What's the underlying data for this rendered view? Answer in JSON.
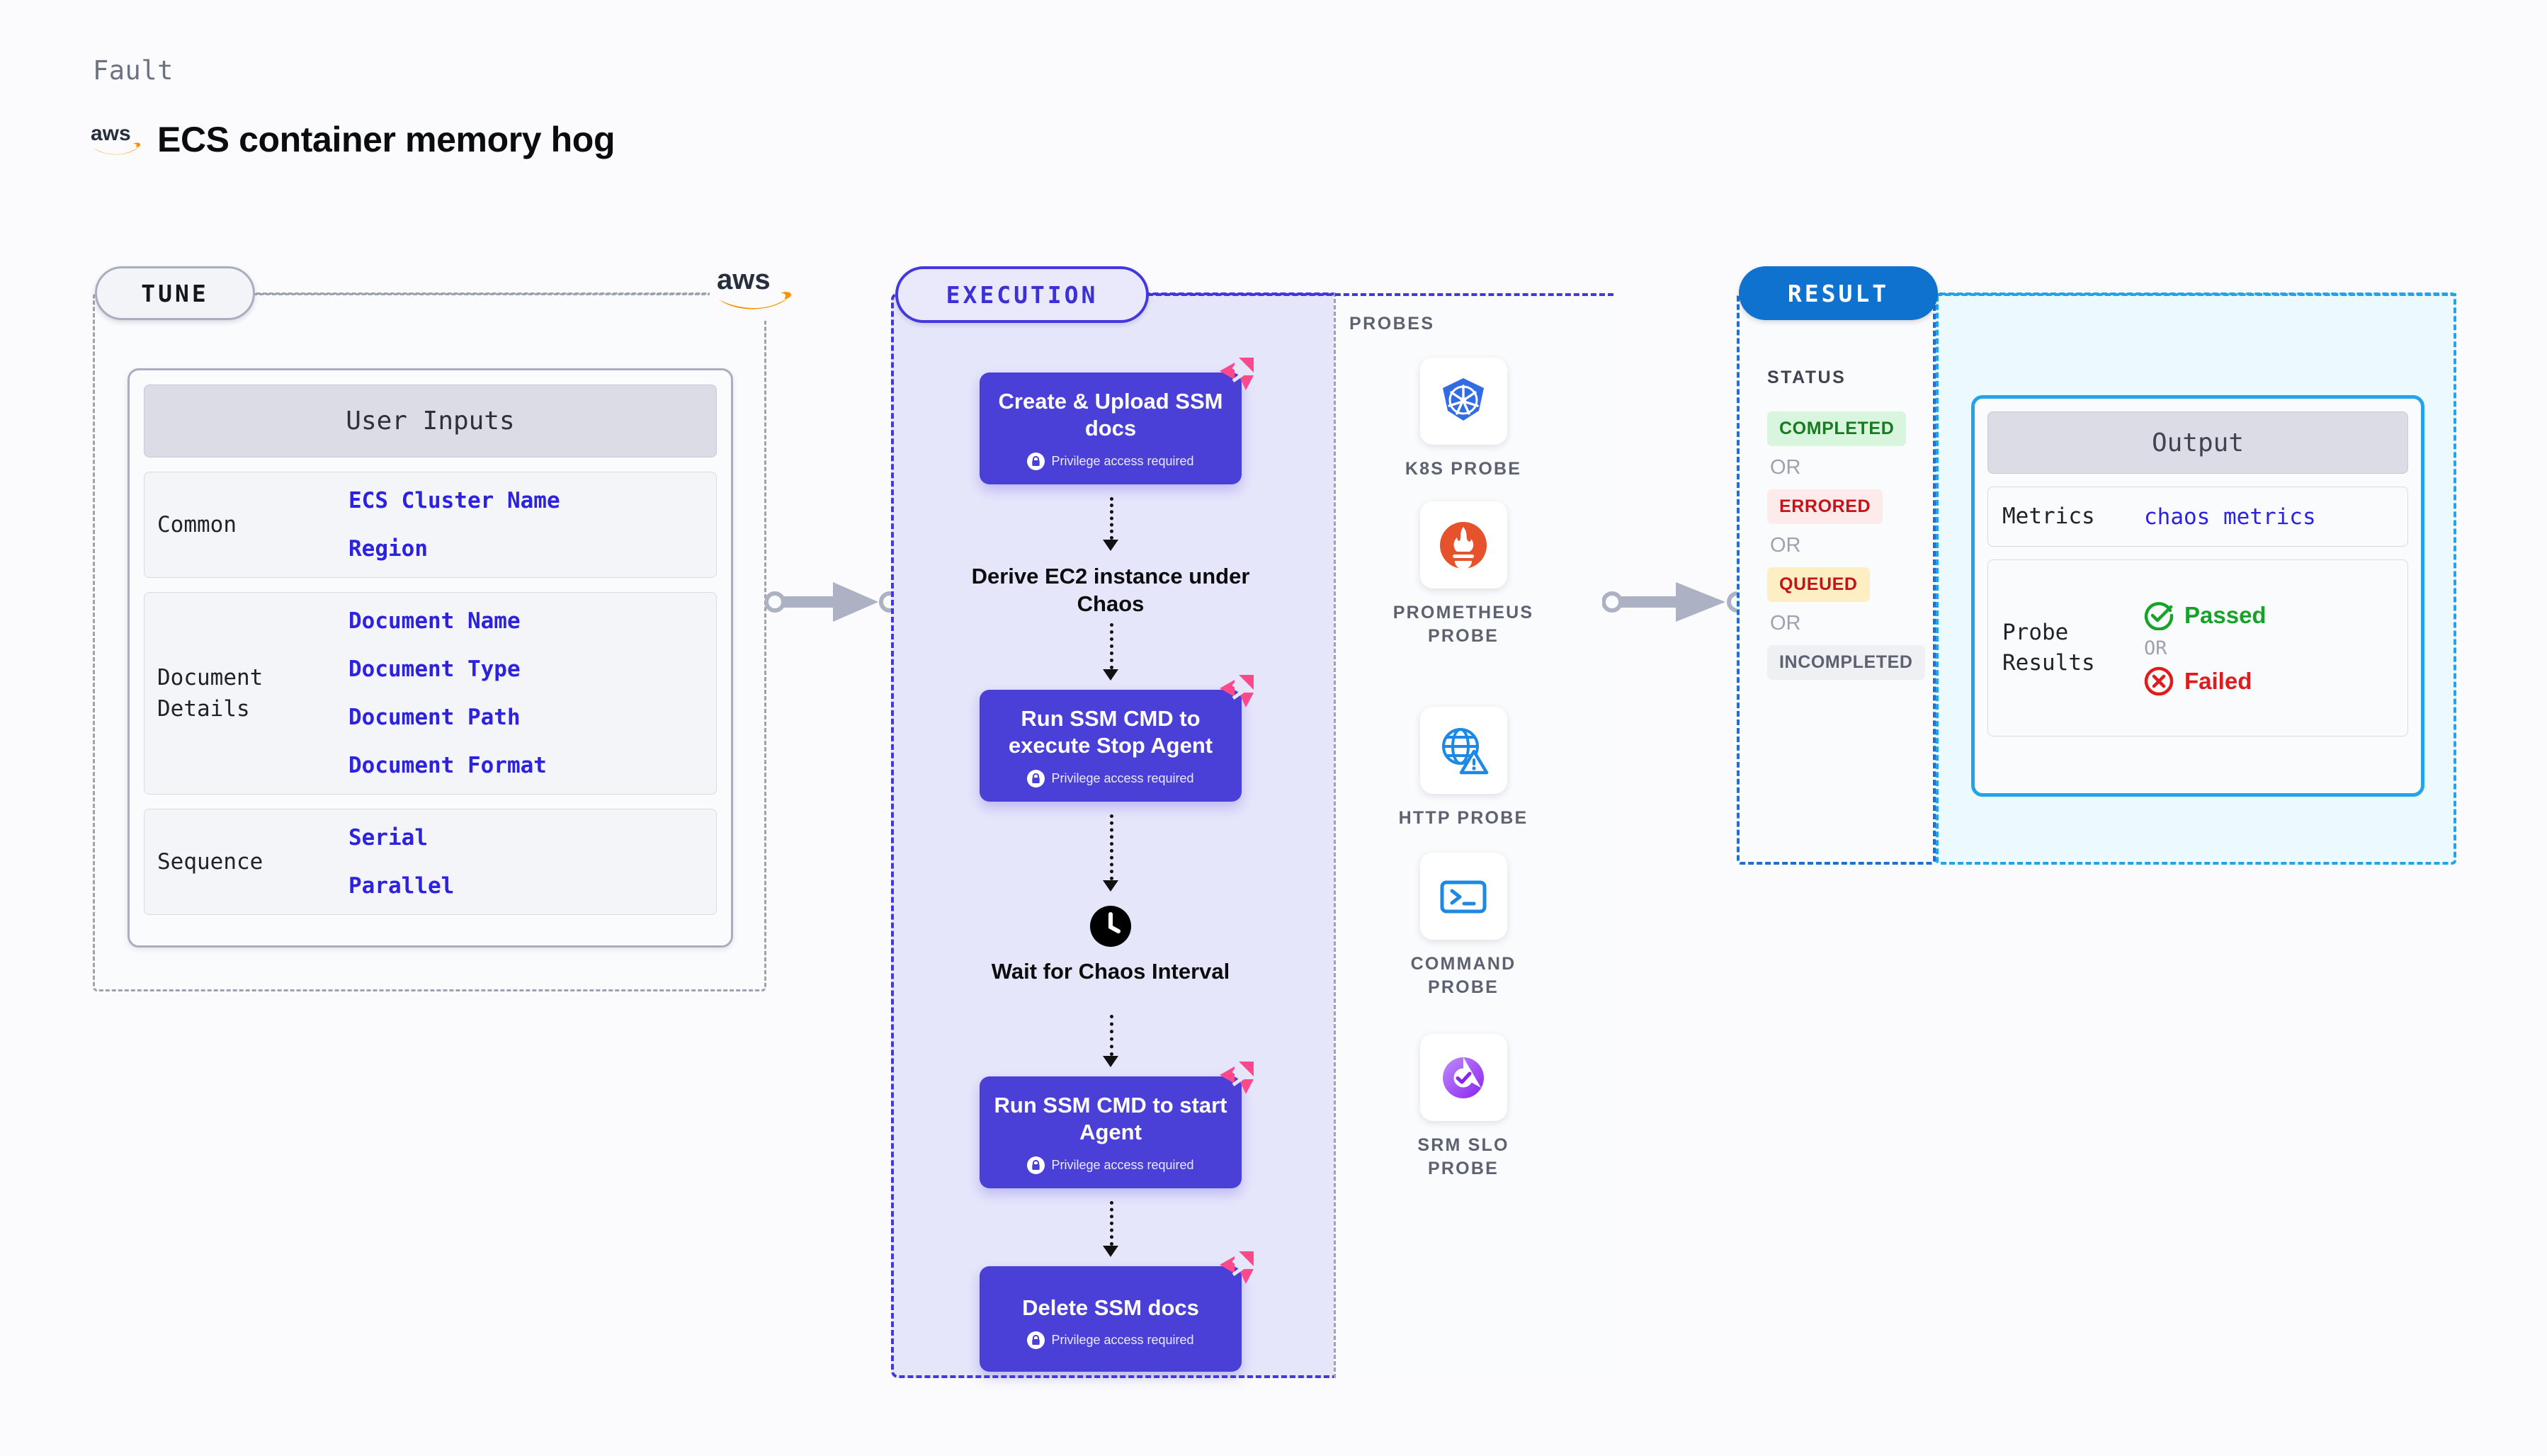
{
  "header": {
    "kicker": "Fault",
    "title": "ECS container memory hog",
    "logo_icon": "aws-logo"
  },
  "sections": {
    "tune": {
      "pill": "TUNE",
      "aws_icon": "aws-logo"
    },
    "execution": {
      "pill": "EXECUTION"
    },
    "result": {
      "pill": "RESULT"
    }
  },
  "tune": {
    "card_title": "User Inputs",
    "rows": [
      {
        "key": "Common",
        "values": [
          "ECS Cluster Name",
          "Region"
        ]
      },
      {
        "key": "Document\nDetails",
        "values": [
          "Document Name",
          "Document Type",
          "Document Path",
          "Document Format"
        ]
      },
      {
        "key": "Sequence",
        "values": [
          "Serial",
          "Parallel"
        ]
      }
    ]
  },
  "execution": {
    "nodes": [
      {
        "type": "box",
        "title": "Create & Upload SSM docs",
        "sub": "Privilege access required",
        "badge": "harness-logo-icon",
        "lock": "lock-icon"
      },
      {
        "type": "plain",
        "title": "Derive EC2 instance under Chaos",
        "icon": null
      },
      {
        "type": "box",
        "title": "Run SSM CMD to execute Stop Agent",
        "sub": "Privilege access required",
        "badge": "harness-logo-icon",
        "lock": "lock-icon"
      },
      {
        "type": "plain",
        "title": "Wait for Chaos Interval",
        "icon": "clock-icon"
      },
      {
        "type": "box",
        "title": "Run SSM CMD to start Agent",
        "sub": "Privilege access required",
        "badge": "harness-logo-icon",
        "lock": "lock-icon"
      },
      {
        "type": "box",
        "title": "Delete SSM docs",
        "sub": "Privilege access required",
        "badge": "harness-logo-icon",
        "lock": "lock-icon"
      }
    ]
  },
  "probes": {
    "title": "PROBES",
    "items": [
      {
        "label": "K8S PROBE",
        "icon": "kubernetes-icon"
      },
      {
        "label": "PROMETHEUS PROBE",
        "icon": "prometheus-icon"
      },
      {
        "label": "HTTP PROBE",
        "icon": "http-globe-icon"
      },
      {
        "label": "COMMAND PROBE",
        "icon": "terminal-icon"
      },
      {
        "label": "SRM SLO PROBE",
        "icon": "srm-slo-icon"
      }
    ]
  },
  "result": {
    "status_title": "STATUS",
    "or_label": "OR",
    "statuses": [
      "COMPLETED",
      "ERRORED",
      "QUEUED",
      "INCOMPLETED"
    ]
  },
  "output": {
    "card_title": "Output",
    "metrics_key": "Metrics",
    "metrics_value": "chaos metrics",
    "probe_results_key": "Probe Results",
    "passed_label": "Passed",
    "failed_label": "Failed",
    "or_label": "OR"
  },
  "colors": {
    "node_purple": "#4a3fd6",
    "exec_fill": "#e6e6fb",
    "exec_border": "#4338e0",
    "result_border": "#1d6fd0",
    "result_pill": "#0f72cf",
    "output_border": "#23a3e8",
    "output_fill": "#ecfaff",
    "harness_pink": "#fb4a8c",
    "aws_orange": "#f79400",
    "pass_green": "#17a32a",
    "fail_red": "#e01b1b"
  }
}
